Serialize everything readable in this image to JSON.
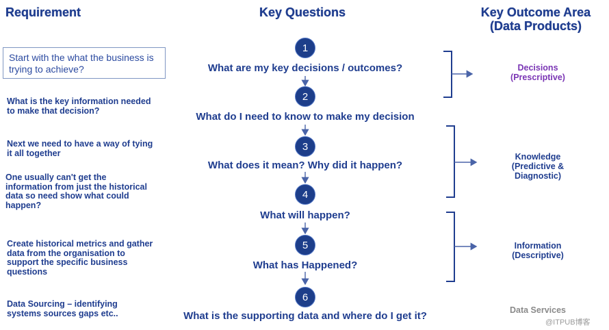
{
  "headers": {
    "requirement": "Requirement",
    "key_questions": "Key Questions",
    "key_outcome_area_line1": "Key Outcome Area",
    "key_outcome_area_line2": "(Data Products)"
  },
  "requirements": [
    "Start with the what the business is trying to achieve?",
    "What is the key information needed to make that decision?",
    "Next we need to have a way of tying it all together",
    "One usually can't get the information from just the historical data so need show what could happen?",
    "Create historical metrics and gather data from the organisation to support the specific business questions",
    "Data Sourcing – identifying systems sources gaps etc.."
  ],
  "steps": [
    "1",
    "2",
    "3",
    "4",
    "5",
    "6"
  ],
  "questions": [
    "What are my key decisions / outcomes?",
    "What do I need to know to make my decision",
    "What does it mean? Why did it happen?",
    "What will happen?",
    "What has Happened?",
    "What is the supporting data and where do I get it?"
  ],
  "outcomes": {
    "decisions": {
      "line1": "Decisions",
      "line2": "(Prescriptive)"
    },
    "knowledge": {
      "line1": "Knowledge",
      "line2": "(Predictive &",
      "line3": "Diagnostic)"
    },
    "information": {
      "line1": "Information",
      "line2": "(Descriptive)"
    },
    "data_services": {
      "line1": "Data Services"
    }
  },
  "watermark": "@ITPUB博客",
  "colors": {
    "navy": "#1f3d8f",
    "circle_fill": "#1d3e8a",
    "purple": "#7a35b4",
    "gray": "#8a8a8a"
  }
}
